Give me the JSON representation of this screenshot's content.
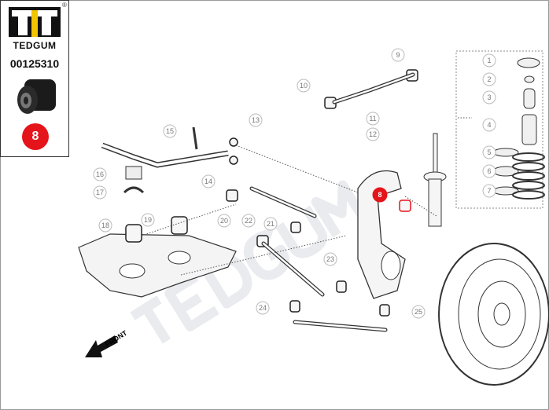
{
  "brand": {
    "name": "TEDGUM",
    "registered_mark": "®",
    "part_number": "00125310",
    "highlight_callout": "8"
  },
  "watermark": "TEDGUM",
  "front_label": "FRONT",
  "callouts": [
    "1",
    "2",
    "3",
    "4",
    "5",
    "6",
    "7",
    "8",
    "9",
    "10",
    "11",
    "12",
    "13",
    "14",
    "15",
    "16",
    "17",
    "18",
    "19",
    "20",
    "21",
    "22",
    "23",
    "24",
    "25"
  ],
  "colors": {
    "highlight": "#e5141b",
    "callout": "#c8c8c8",
    "logo_yellow": "#f2c500"
  }
}
